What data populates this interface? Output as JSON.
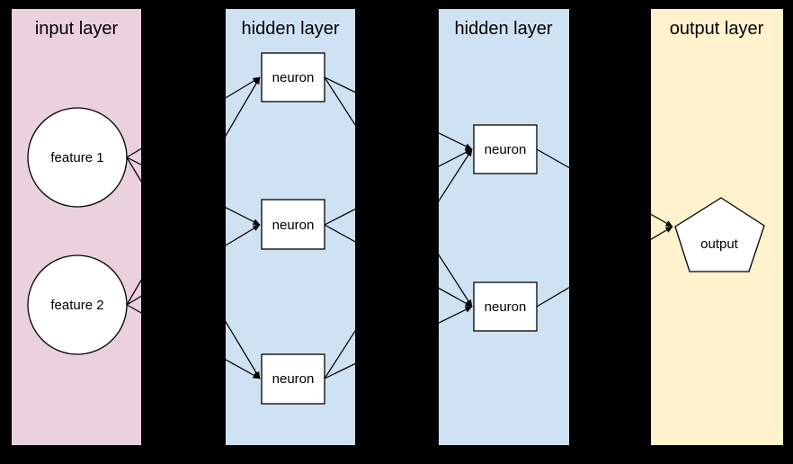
{
  "diagram": {
    "type": "neural-network",
    "background_color": "#000000",
    "edge_color": "#000000",
    "node_fill_color": "#ffffff",
    "node_stroke_color": "#000000",
    "layers": [
      {
        "title": "input layer",
        "color": "#ead1dc",
        "nodes": [
          {
            "label": "feature 1",
            "shape": "circle"
          },
          {
            "label": "feature 2",
            "shape": "circle"
          }
        ]
      },
      {
        "title": "hidden layer",
        "color": "#cfe2f3",
        "nodes": [
          {
            "label": "neuron",
            "shape": "rect"
          },
          {
            "label": "neuron",
            "shape": "rect"
          },
          {
            "label": "neuron",
            "shape": "rect"
          }
        ]
      },
      {
        "title": "hidden layer",
        "color": "#cfe2f3",
        "nodes": [
          {
            "label": "neuron",
            "shape": "rect"
          },
          {
            "label": "neuron",
            "shape": "rect"
          }
        ]
      },
      {
        "title": "output layer",
        "color": "#fff2cc",
        "nodes": [
          {
            "label": "output",
            "shape": "pentagon"
          }
        ]
      }
    ],
    "connections": [
      "feature 1 -> hidden1 neuron 1,2,3",
      "feature 2 -> hidden1 neuron 1,2,3",
      "hidden1 neuron 1,2,3 -> hidden2 neuron 1,2",
      "hidden2 neuron 1,2 -> output"
    ]
  }
}
